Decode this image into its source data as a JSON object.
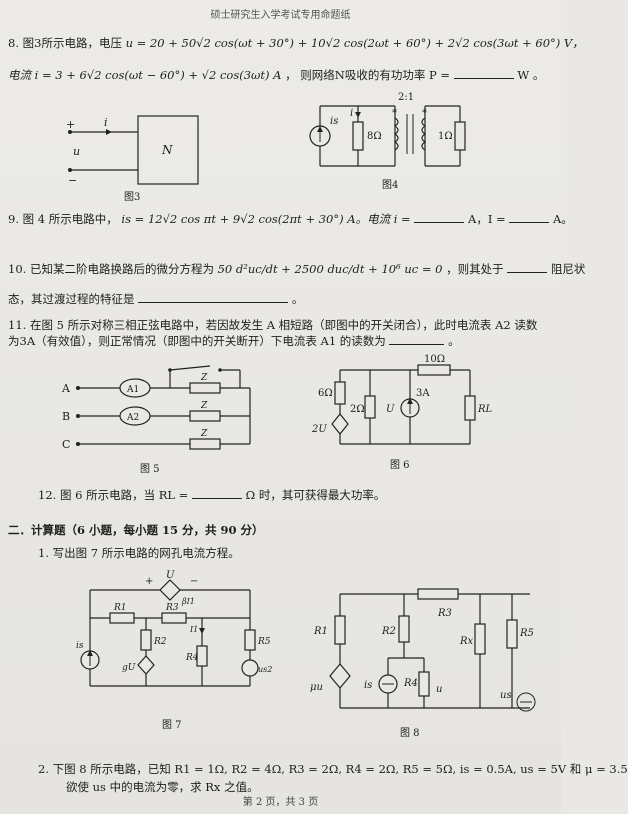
{
  "header": "硕士研究生入学考试专用命题纸",
  "q8": {
    "line1_prefix": "8.  图3所示电路，电压",
    "line1_formula": "u = 20 + 50√2 cos(ωt + 30°) + 10√2 cos(2ωt + 60°) + 2√2 cos(3ωt + 60°) V，",
    "line2_formula": "电流 i = 3 + 6√2 cos(ωt − 60°) + √2 cos(3ωt) A",
    "line2_suffix": "，  则网络N吸收的有功功率 P =",
    "line2_unit": "W  。"
  },
  "fig3": {
    "caption": "图3",
    "label_n": "N",
    "label_u": "u",
    "label_i": "i",
    "plus": "+",
    "minus": "−"
  },
  "fig4": {
    "caption": "图4",
    "ratio": "2:1",
    "r1": "8Ω",
    "r2": "1Ω",
    "src": "is",
    "cur": "i",
    "dot": "*"
  },
  "q9": {
    "text": "9.  图 4 所示电路中，",
    "formula": "is = 12√2 cos πt + 9√2 cos(2πt + 30°) A。电流 i =",
    "mid": "A，I =",
    "end": "A。"
  },
  "q10": {
    "prefix": "10. 已知某二阶电路换路后的微分方程为",
    "formula": "50 d²uc/dt + 2500 duc/dt + 10⁶ uc = 0",
    "suffix": "，则其处于",
    "end": "阻尼状",
    "line2": "态，其过渡过程的特征是",
    "line2_end": "。"
  },
  "q11": {
    "line1": "11. 在图 5 所示对称三相正弦电路中，若因故发生 A 相短路（即图中的开关闭合），此时电流表 A2 读数",
    "line2": "为3A（有效值），则正常情况（即图中的开关断开）下电流表 A1 的读数为",
    "line2_end": "。"
  },
  "fig5": {
    "caption": "图 5",
    "phases": [
      "A",
      "B",
      "C"
    ],
    "meters": [
      "A1",
      "A2"
    ],
    "z": "Z"
  },
  "fig6": {
    "caption": "图 6",
    "r10": "10Ω",
    "r6": "6Ω",
    "r2": "2Ω",
    "u": "U",
    "src": "3A",
    "ctrl": "2U",
    "rl": "RL"
  },
  "q12": {
    "prefix": "12. 图 6 所示电路，当 RL =",
    "suffix": "Ω 时，其可获得最大功率。"
  },
  "section2": "二．计算题（6 小题，每小题 15 分，共 90 分）",
  "c1": "1.  写出图 7 所示电路的网孔电流方程。",
  "fig7": {
    "caption": "图 7",
    "u": "U",
    "beta": "βI1",
    "r1": "R1",
    "r2": "R2",
    "r3": "R3",
    "r4": "R4",
    "r5": "R5",
    "is": "is",
    "gu": "gU",
    "i1": "I1",
    "us2": "us2"
  },
  "fig8": {
    "caption": "图 8",
    "r1": "R1",
    "r2": "R2",
    "r3": "R3",
    "r4": "R4",
    "r5": "R5",
    "rx": "Rx",
    "mu": "μu",
    "is": "is",
    "u": "u",
    "us": "us"
  },
  "c2": {
    "line1": "2.  下图 8 所示电路，已知 R1 = 1Ω, R2 = 4Ω, R3 = 2Ω, R4 = 2Ω, R5 = 5Ω, is = 0.5A, us = 5V 和 μ = 3.5",
    "line2": "欲使 us 中的电流为零，求 Rx 之值。"
  },
  "footer": "第 2 页，共 3 页"
}
